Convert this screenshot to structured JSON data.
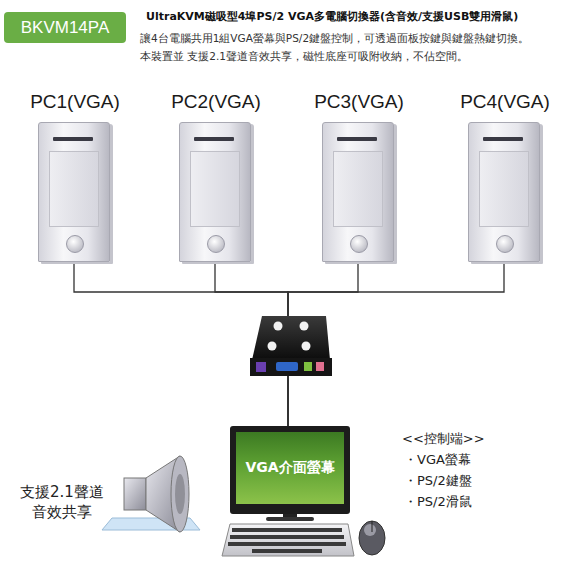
{
  "diagram": {
    "title": "UltraKVM磁吸型4埠PS/2 VGA多電腦切換器(含音效/支援USB雙用滑鼠)",
    "nodes": [
      {
        "text": [
          "BKVM14PA"
        ]
      },
      {
        "text": [
          "PC1(VGA)"
        ]
      },
      {
        "text": [
          "PC2(VGA)"
        ]
      },
      {
        "text": [
          "PC3(VGA)"
        ]
      },
      {
        "text": [
          "PC4(VGA)"
        ]
      },
      {
        "text": [
          "VGA介面螢幕"
        ]
      }
    ],
    "edges": [
      {
        "from": 1,
        "to": 5,
        "arrow": "none"
      },
      {
        "from": 2,
        "to": 5,
        "arrow": "none"
      },
      {
        "from": 3,
        "to": 5,
        "arrow": "none"
      },
      {
        "from": 4,
        "to": 5,
        "arrow": "none"
      }
    ],
    "labels": [
      "讓4台電腦共用1組VGA螢幕與PS/2鍵盤控制，可透過面板按鍵與鍵盤熱鍵切換。本裝置並 支援2.1聲道音效共享，磁性底座可吸附收納，不佔空間。",
      "<<控制端>>",
      "・VGA螢幕",
      "・PS/2鍵盤",
      "・PS/2滑鼠",
      "支援2.1聲道 音效共享"
    ]
  }
}
